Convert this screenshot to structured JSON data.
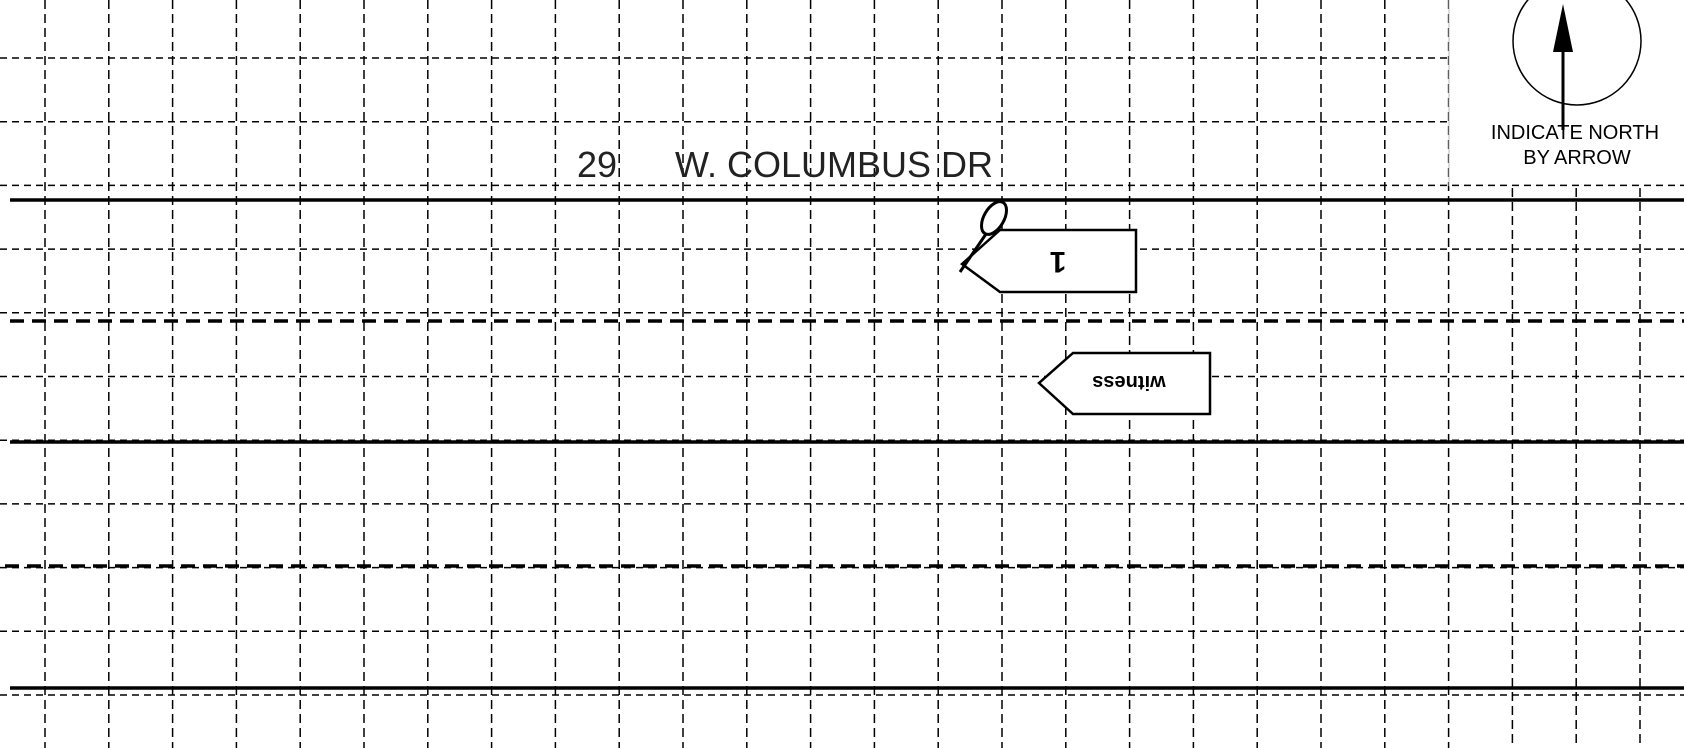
{
  "street": {
    "number_prefix": "29",
    "name": "W. COLUMBUS DR"
  },
  "north_indicator": {
    "line1": "INDICATE NORTH",
    "line2": "BY ARROW"
  },
  "vehicles": [
    {
      "label": "1"
    }
  ],
  "witness": {
    "label": "witness"
  },
  "colors": {
    "ink": "#000000",
    "grid": "#000000",
    "background": "#ffffff",
    "divider": "#bbbbbb"
  }
}
